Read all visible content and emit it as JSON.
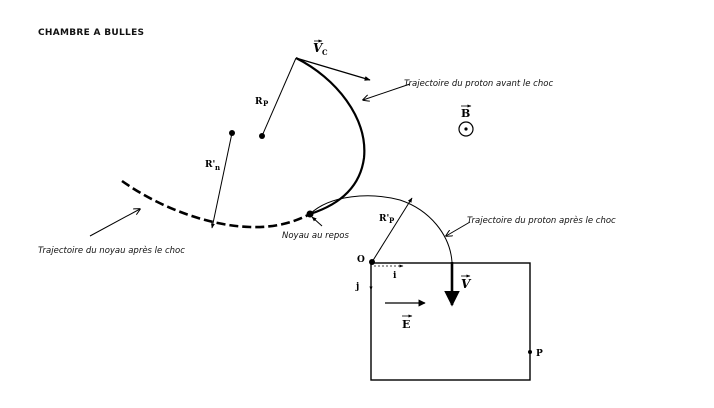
{
  "diagram": {
    "title": "CHAMBRE A BULLES",
    "labels": {
      "proton_before": "Trajectoire du proton avant le choc",
      "proton_after": "Trajectoire du proton après le choc",
      "nucleus_after": "Trajectoire du noyau après le choc",
      "nucleus_rest": "Noyau au repos"
    },
    "symbols": {
      "vc": "V",
      "vc_sub": "C",
      "rp": "R",
      "rp_sub": "P",
      "rn": "R'",
      "rn_sub": "n",
      "rp2": "R'",
      "rp2_sub": "P",
      "b": "B",
      "v": "V",
      "e": "E",
      "i": "i",
      "j": "j",
      "o": "O",
      "p": "P"
    },
    "colors": {
      "ink": "#000000",
      "background": "#ffffff"
    }
  }
}
